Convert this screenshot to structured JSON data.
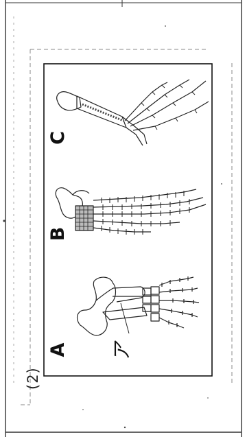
{
  "question_number": "(2)",
  "figure": {
    "labels": [
      "A",
      "B",
      "C"
    ],
    "part_marker": "ア"
  }
}
